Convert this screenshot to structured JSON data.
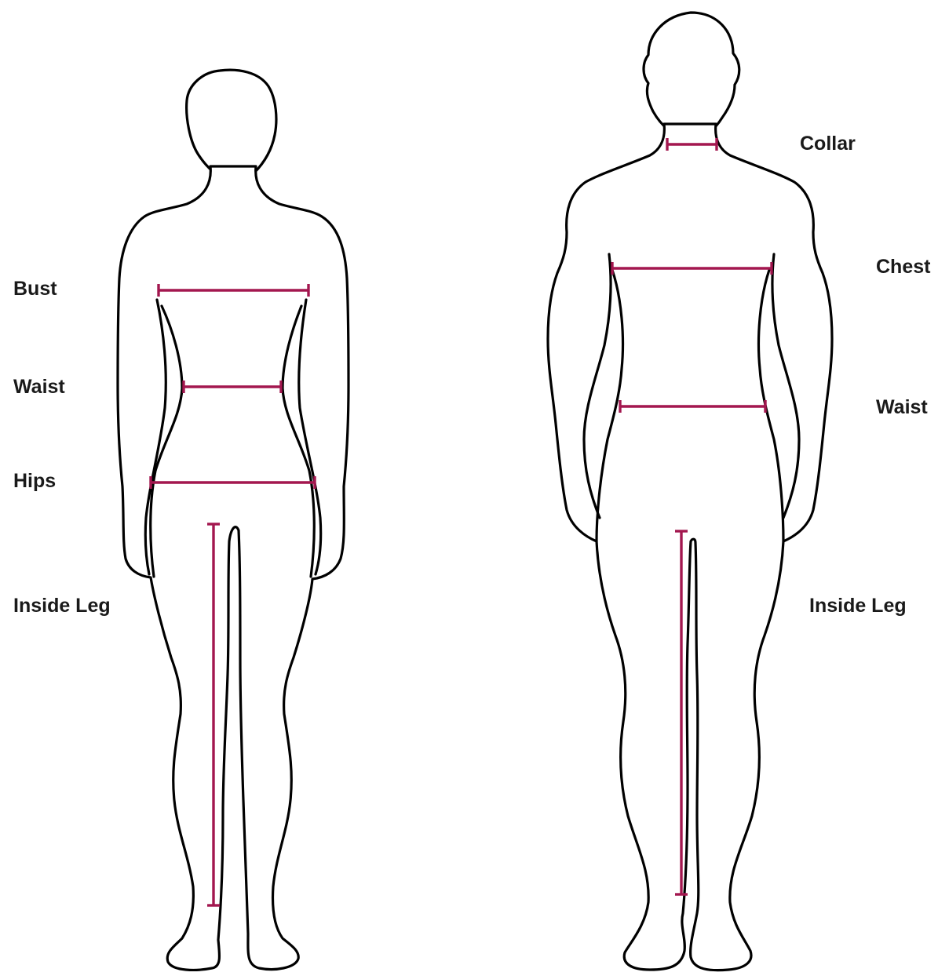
{
  "colors": {
    "outline": "#000000",
    "measure": "#a3174f",
    "background": "#ffffff",
    "label": "#1a1a1a"
  },
  "female": {
    "labels": {
      "bust": "Bust",
      "waist": "Waist",
      "hips": "Hips",
      "inside_leg": "Inside Leg"
    }
  },
  "male": {
    "labels": {
      "collar": "Collar",
      "chest": "Chest",
      "waist": "Waist",
      "inside_leg": "Inside Leg"
    }
  }
}
